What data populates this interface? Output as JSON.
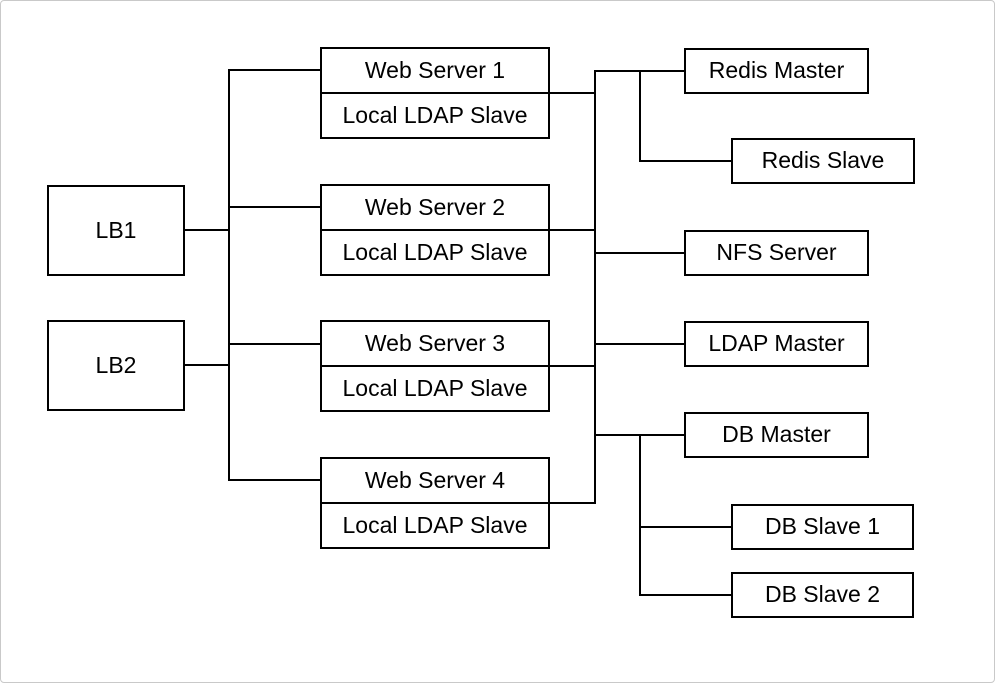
{
  "diagram": {
    "type": "network-architecture",
    "colors": {
      "line": "#000000",
      "box_fill": "#ffffff",
      "text": "#000000",
      "canvas_border": "#c9c9c9"
    },
    "load_balancers": [
      {
        "label": "LB1"
      },
      {
        "label": "LB2"
      }
    ],
    "web_servers": [
      {
        "title": "Web Server 1",
        "subtitle": "Local LDAP Slave"
      },
      {
        "title": "Web Server 2",
        "subtitle": "Local LDAP Slave"
      },
      {
        "title": "Web Server 3",
        "subtitle": "Local LDAP Slave"
      },
      {
        "title": "Web Server 4",
        "subtitle": "Local LDAP Slave"
      }
    ],
    "services": [
      {
        "label": "Redis Master"
      },
      {
        "label": "Redis Slave"
      },
      {
        "label": "NFS Server"
      },
      {
        "label": "LDAP Master"
      },
      {
        "label": "DB Master"
      },
      {
        "label": "DB Slave 1"
      },
      {
        "label": "DB Slave 2"
      }
    ],
    "edges": [
      "LB1 - web trunk",
      "LB2 - web trunk",
      "web trunk - Web Server 1",
      "web trunk - Web Server 2",
      "web trunk - Web Server 3",
      "web trunk - Web Server 4",
      "Web Server 1 - service trunk",
      "Web Server 2 - service trunk",
      "Web Server 3 - service trunk",
      "Web Server 4 - service trunk",
      "service trunk - Redis Master",
      "Redis Master - Redis Slave",
      "service trunk - NFS Server",
      "service trunk - LDAP Master",
      "service trunk - DB Master",
      "DB Master - DB Slave 1",
      "DB Master - DB Slave 2"
    ]
  }
}
